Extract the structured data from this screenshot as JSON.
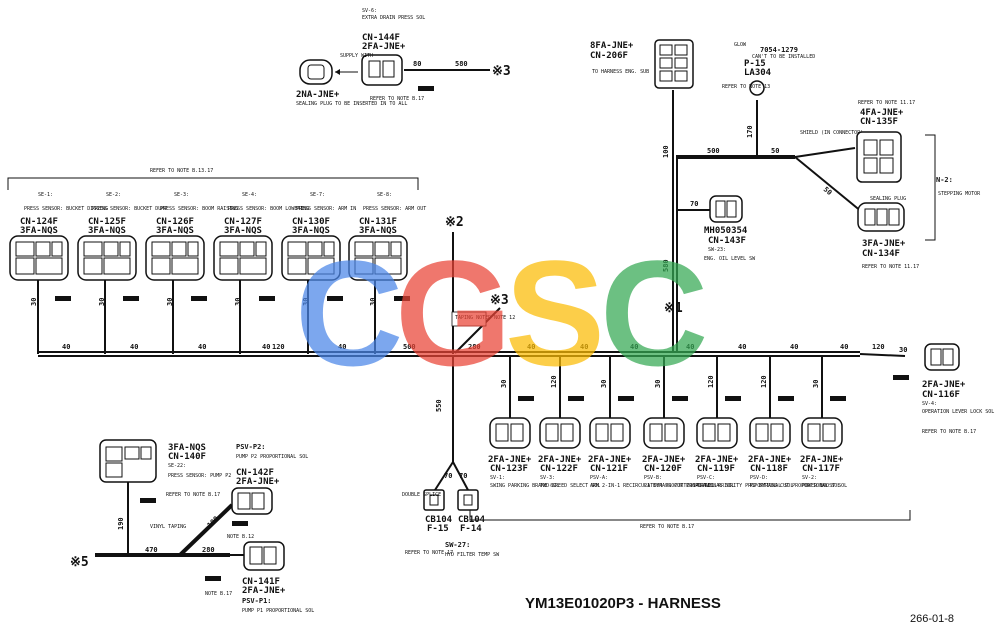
{
  "title": "YM13E01020P3 - HARNESS",
  "page_code": "266-01-8",
  "watermark": {
    "letters": [
      "C",
      "G",
      "S",
      "C"
    ],
    "colors": [
      "#4a86e8",
      "#ea4335",
      "#fbbc04",
      "#34a853"
    ]
  },
  "refs": {
    "r2": "※2",
    "r3a": "※3",
    "r3b": "※3",
    "r1": "※1",
    "r5": "※5"
  },
  "top": {
    "extra_sv": "SV-6:",
    "extra_desc": "EXTRA DRAIN PRESS SOL",
    "extra_cn": "CN-144F",
    "extra_type": "2FA-JNE+",
    "plug": "2NA-JNE+",
    "plug_note": "SEALING PLUG TO BE INSERTED IN TO ALL",
    "supply": "SUPPLY WITH",
    "note_b": "REFER TO NOTE B.17",
    "len_80": "80",
    "len_580": "580",
    "cn206_type": "8FA-JNE+",
    "cn206": "CN-206F",
    "cn206_note": "TO HARNESS ENG. SUB",
    "glow": "GLOW",
    "glow_pn": "7054-1279",
    "glow_cn": "P-15",
    "glow_la": "LA304",
    "glow_note": "CAN'T TO BE INSTALLED",
    "note_13": "REFER TO NOTE 13",
    "cn135_type": "4FA-JNE+",
    "cn135": "CN-135F",
    "cn135_note": "REFER TO NOTE 11.17",
    "shield": "SHIELD (IN CONNECTOR)",
    "sealing_plug": "SEALING PLUG",
    "n2": "N-2:",
    "stepping": "STEPPING MOTOR",
    "cn134_type": "3FA-JNE+",
    "cn134": "CN-134F",
    "cn134_note": "REFER TO NOTE 11.17",
    "mh": "MH050354",
    "cn143": "CN-143F",
    "sw23": "SW-23:",
    "sw23_desc": "ENG. OIL LEVEL SW",
    "len_100": "100",
    "len_500": "500",
    "len_50": "50",
    "len_170": "170",
    "len_50b": "50",
    "len_70": "70",
    "len_580b": "580"
  },
  "left_group": {
    "header_note": "REFER TO NOTE B.13.17",
    "items": [
      {
        "se": "SE-1:",
        "desc": "PRESS SENSOR: BUCKET DIGGING",
        "cn": "CN-124F",
        "type": "3FA-NQS",
        "len": "30"
      },
      {
        "se": "SE-2:",
        "desc": "PRESS SENSOR: BUCKET DUMP",
        "cn": "CN-125F",
        "type": "3FA-NQS",
        "len": "30"
      },
      {
        "se": "SE-3:",
        "desc": "PRESS SENSOR: BOOM RAISING",
        "cn": "CN-126F",
        "type": "3FA-NQS",
        "len": "30"
      },
      {
        "se": "SE-4:",
        "desc": "PRESS SENSOR: BOOM LOWERING",
        "cn": "CN-127F",
        "type": "3FA-NQS",
        "len": "30"
      },
      {
        "se": "SE-7:",
        "desc": "PRESS SENSOR: ARM IN",
        "cn": "CN-130F",
        "type": "3FA-NQS",
        "len": "30"
      },
      {
        "se": "SE-8:",
        "desc": "PRESS SENSOR: ARM OUT",
        "cn": "CN-131F",
        "type": "3FA-NQS",
        "len": "30"
      }
    ],
    "segs": [
      "40",
      "40",
      "40",
      "40",
      "120",
      "40",
      "500"
    ]
  },
  "center": {
    "taping": "TAPING NOTED NOTE 12",
    "len_280": "280",
    "len_550": "550",
    "cb1": "CB104",
    "cb1_f": "F-15",
    "cb2": "CB104",
    "cb2_f": "F-14",
    "double": "DOUBLE SPLICE",
    "note_17": "REFER TO NOTE 17",
    "sw27": "SW-27:",
    "sw27_desc": "HYD FILTER TEMP SW",
    "len_70a": "70",
    "len_70b": "70"
  },
  "right_group": {
    "segs": [
      "40",
      "40",
      "40",
      "40",
      "40",
      "40",
      "40",
      "120"
    ],
    "footer_note": "REFER TO NOTE B.17",
    "items": [
      {
        "cn": "CN-123F",
        "type": "2FA-JNE+",
        "sv": "SV-1:",
        "desc": "SWING PARKING BRAKE SOL",
        "len": "30"
      },
      {
        "cn": "CN-122F",
        "type": "2FA-JNE+",
        "sv": "SV-3:",
        "desc": "TWO-SPEED SELECT SOL",
        "len": "120"
      },
      {
        "cn": "CN-121F",
        "type": "2FA-JNE+",
        "sv": "PSV-A:",
        "desc": "ARM 2-IN-1 RECIRCULATION PROPORTIONAL SOL",
        "len": "30"
      },
      {
        "cn": "CN-120F",
        "type": "2FA-JNE+",
        "sv": "PSV-B:",
        "desc": "P1 BYPASS CUT PROPORTIONAL SOL",
        "len": "30"
      },
      {
        "cn": "CN-119F",
        "type": "2FA-JNE+",
        "sv": "PSV-C:",
        "desc": "TRAVEL PRIORITY PROPORTIONAL SOL",
        "len": "120"
      },
      {
        "cn": "CN-118F",
        "type": "2FA-JNE+",
        "sv": "PSV-D:",
        "desc": "P2 BYPASS CUT PROPORTIONAL SOL",
        "len": "120"
      },
      {
        "cn": "CN-117F",
        "type": "2FA-JNE+",
        "sv": "SV-2:",
        "desc": "POWER BOOST SOL",
        "len": "30"
      }
    ],
    "end_type": "2FA-JNE+",
    "end_cn": "CN-116F",
    "end_sv": "SV-4:",
    "end_desc": "OPERATION LEVER LOCK SOL",
    "end_note": "REFER TO NOTE B.17",
    "end_len": "30"
  },
  "bottom_left": {
    "cn140_type": "3FA-NQS",
    "cn140": "CN-140F",
    "se22": "SE-22:",
    "se22_desc": "PRESS SENSOR: PUMP P2",
    "note_b": "REFER TO NOTE B.17",
    "psv_p2": "PSV-P2:",
    "psv_p2_desc": "PUMP P2 PROPORTIONAL SOL",
    "cn142": "CN-142F",
    "cn142_type": "2FA-JNE+",
    "vinyl": "VINYL TAPING",
    "note_12": "NOTE B.12",
    "len_190": "190",
    "len_470": "470",
    "len_280": "280",
    "len_100": "100",
    "cn141": "CN-141F",
    "cn141_type": "2FA-JNE+",
    "psv_p1": "PSV-P1:",
    "psv_p1_desc": "PUMP P1 PROPORTIONAL SOL",
    "note_b2": "NOTE B.17"
  }
}
